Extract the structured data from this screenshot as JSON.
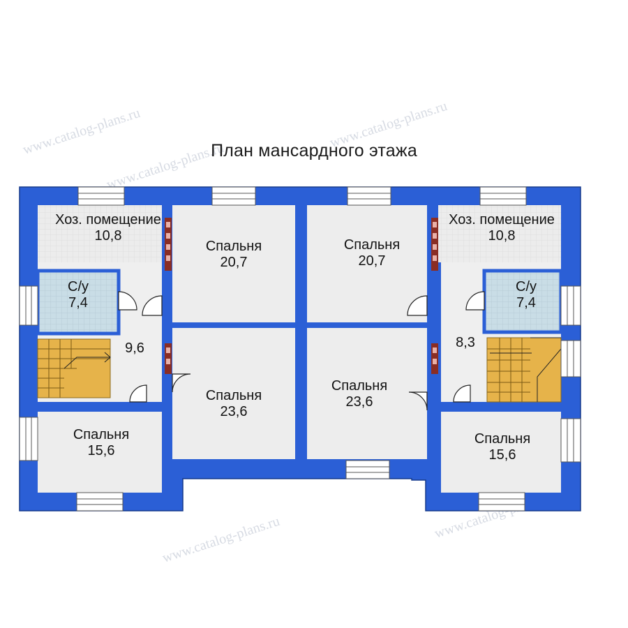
{
  "title": "План мансардного этажа",
  "watermark": "www.catalog-plans.ru",
  "colors": {
    "wall": "#2b5fd6",
    "room": "#ededed",
    "bath": "#c8dde6",
    "stairs": "#e6b34a",
    "chimney": "#8a2d24"
  },
  "rooms": [
    {
      "name": "Хоз. помещение",
      "area": "10,8"
    },
    {
      "name": "С/у",
      "area": "7,4"
    },
    {
      "name": "",
      "area": "9,6"
    },
    {
      "name": "Спальня",
      "area": "15,6"
    },
    {
      "name": "Спальня",
      "area": "20,7"
    },
    {
      "name": "Спальня",
      "area": "23,6"
    },
    {
      "name": "Спальня",
      "area": "20,7"
    },
    {
      "name": "Спальня",
      "area": "23,6"
    },
    {
      "name": "Хоз. помещение",
      "area": "10,8"
    },
    {
      "name": "С/у",
      "area": "7,4"
    },
    {
      "name": "",
      "area": "8,3"
    },
    {
      "name": "Спальня",
      "area": "15,6"
    }
  ]
}
